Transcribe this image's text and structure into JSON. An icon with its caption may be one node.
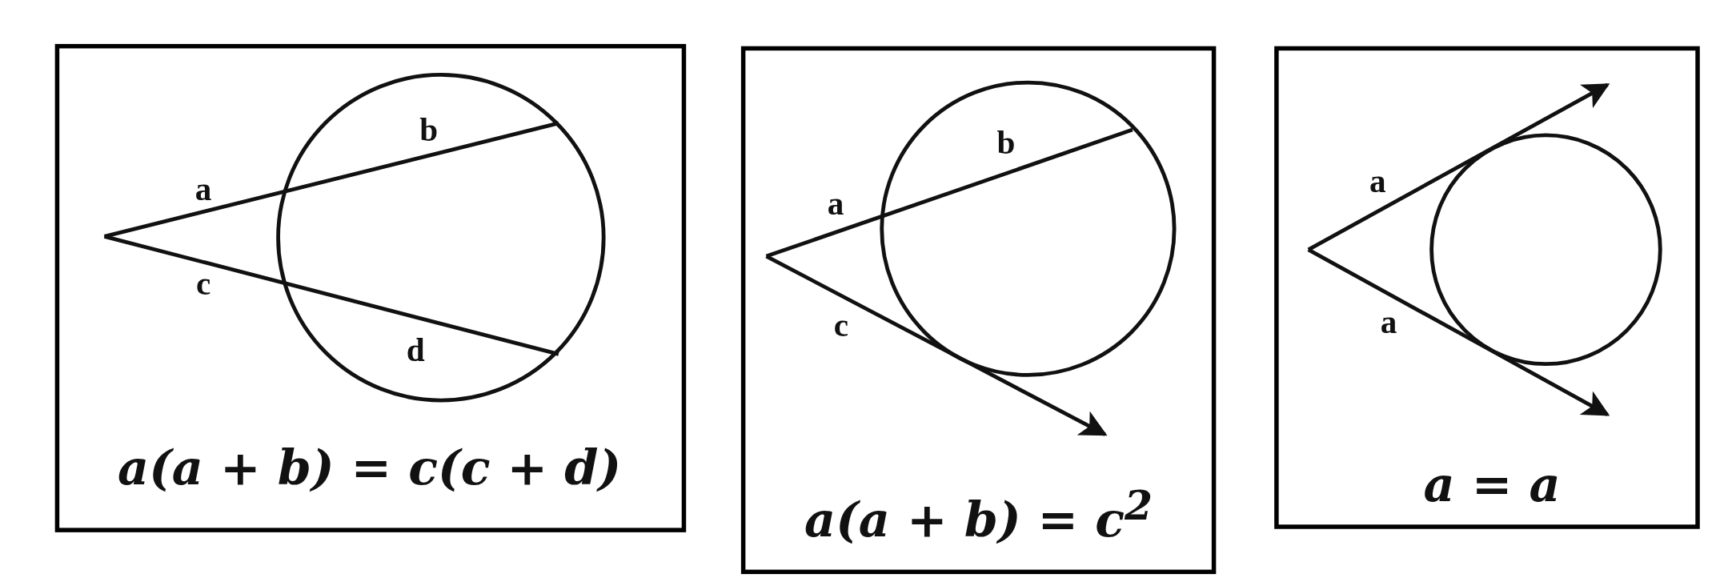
{
  "diagram": {
    "nodes": [
      {
        "text": [
          "a(a + b) = c(c + d)"
        ]
      },
      {
        "text": [
          "a(a + b) = c$^{2}$"
        ]
      },
      {
        "text": [
          "a = a"
        ]
      }
    ],
    "labels": [
      "b",
      "a",
      "c",
      "d",
      "b",
      "a",
      "c",
      "a",
      "a"
    ]
  }
}
